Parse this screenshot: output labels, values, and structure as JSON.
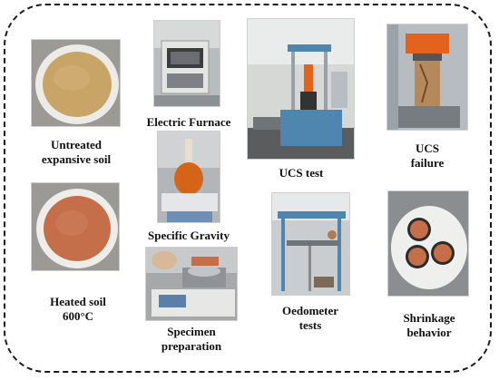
{
  "panels": {
    "untreated": {
      "lines": [
        "Untreated",
        "expansive soil"
      ]
    },
    "furnace": {
      "lines": [
        "Electric Furnace"
      ]
    },
    "ucs_test": {
      "lines": [
        "UCS test"
      ]
    },
    "ucs_failure": {
      "lines": [
        "UCS",
        "failure"
      ]
    },
    "specific_gravity": {
      "lines": [
        "Specific Gravity"
      ]
    },
    "heated": {
      "lines": [
        "Heated soil",
        "600°C"
      ]
    },
    "specimen": {
      "lines": [
        "Specimen",
        "preparation"
      ]
    },
    "oedometer": {
      "lines": [
        "Oedometer",
        "tests"
      ]
    },
    "shrinkage": {
      "lines": [
        "Shrinkage",
        "behavior"
      ]
    }
  },
  "colors": {
    "untreated_soil": "#c9a467",
    "heated_soil": "#c46e4a",
    "frame": "#1a1a1a",
    "machine_blue": "#4f86b0",
    "orange": "#e3621c"
  }
}
